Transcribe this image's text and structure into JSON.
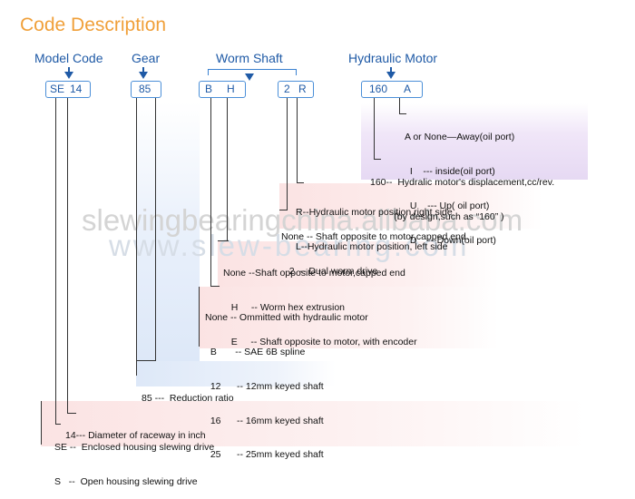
{
  "title": "Code Description",
  "headers": {
    "model_code": "Model Code",
    "gear": "Gear",
    "worm_shaft": "Worm  Shaft",
    "hydraulic_motor": "Hydraulic Motor"
  },
  "boxes": {
    "model": {
      "part1": "SE",
      "part2": "14"
    },
    "gear": {
      "value": "85"
    },
    "worm_left": {
      "part1": "B",
      "part2": "H"
    },
    "worm_right": {
      "part1": "2",
      "part2": "R"
    },
    "motor": {
      "part1": "160",
      "part2": "A"
    }
  },
  "descriptions": {
    "port_direction": [
      "A or None—Away(oil port)",
      "  I    --- inside(oil port)",
      "  U    --- Up( oil port)",
      "  D    ---Down(oil port)"
    ],
    "displacement": [
      "160--  Hydralic motor's displacement,cc/rev.",
      "         (by design,such as “160” )"
    ],
    "motor_position": [
      "R--Hydraulic motor position,right side",
      "L--Hydraulic motor position, left side"
    ],
    "dual_worm": [
      "None -- Shaft opposite to motor,capped end.",
      "   2  -- Dual worm drive"
    ],
    "shaft_end": [
      "None --Shaft opposite to motor,capped end",
      "   H     -- Worm hex extrusion",
      "   E     -- Shaft opposite to motor, with encoder"
    ],
    "spline": [
      "None -- Ommitted with hydraulic motor",
      "  B       -- SAE 6B spline",
      "  12      -- 12mm keyed shaft",
      "  16      -- 16mm keyed shaft",
      "  25      -- 25mm keyed shaft"
    ],
    "reduction": [
      "85 ---  Reduction ratio"
    ],
    "raceway": [
      "14--- Diameter of raceway in inch"
    ],
    "housing": [
      "SE --  Enclosed housing slewing drive",
      "S   --  Open housing slewing drive"
    ]
  },
  "watermarks": {
    "line1": "slewingbearingchina.alibaba.com",
    "line2": "www.slew-bearing.com"
  },
  "colors": {
    "title": "#f0a03a",
    "header": "#1f5aa6",
    "box_border": "#4b8fd8"
  }
}
